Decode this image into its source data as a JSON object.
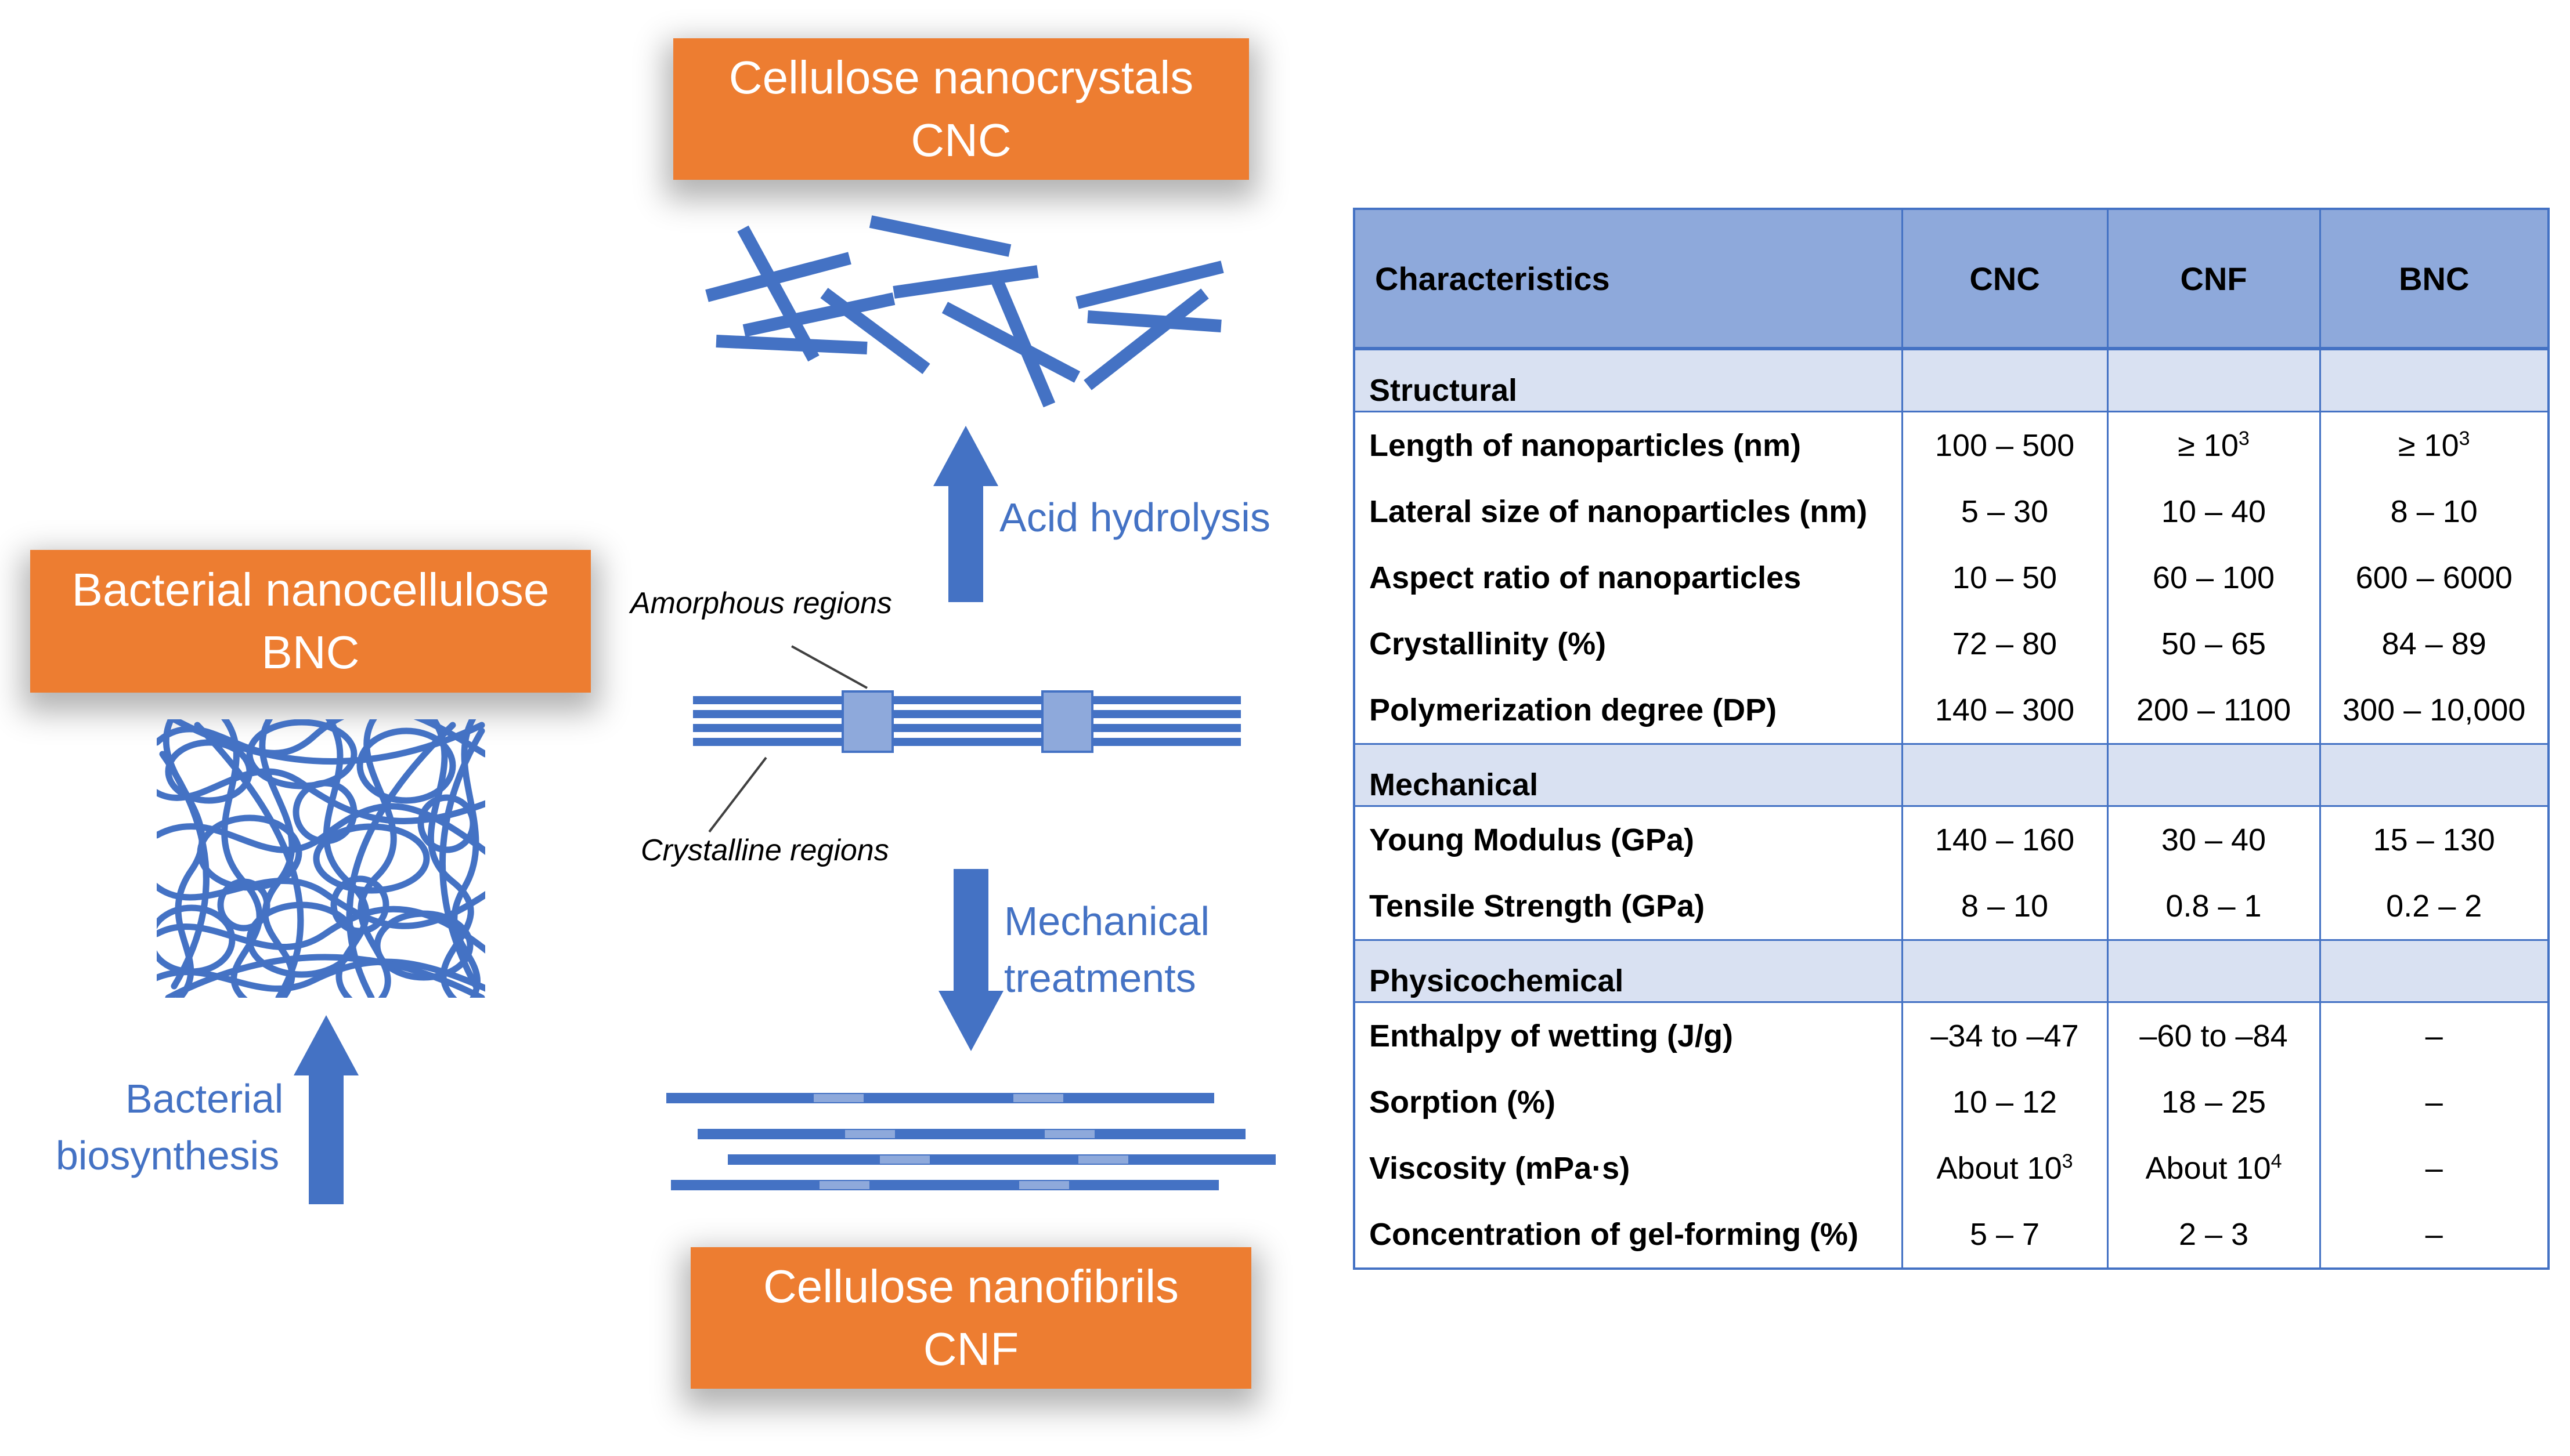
{
  "boxes": {
    "cnc": {
      "line1": "Cellulose nanocrystals",
      "line2": "CNC"
    },
    "bnc": {
      "line1": "Bacterial nanocellulose",
      "line2": "BNC"
    },
    "cnf": {
      "line1": "Cellulose nanofibrils",
      "line2": "CNF"
    }
  },
  "arrows": {
    "acid": "Acid hydrolysis",
    "mech1": "Mechanical",
    "mech2": "treatments",
    "bact1": "Bacterial",
    "bact2": "biosynthesis"
  },
  "regions": {
    "amorphous": "Amorphous regions",
    "crystalline": "Crystalline regions"
  },
  "colors": {
    "orange": "#ED7D31",
    "blue": "#4472C4",
    "light_blue": "#8EA9DB",
    "pale_blue": "#D9E1F2"
  },
  "table": {
    "header": [
      "Characteristics",
      "CNC",
      "CNF",
      "BNC"
    ],
    "sections": [
      {
        "title": "Structural",
        "rows": [
          {
            "label": "Length of nanoparticles (nm)",
            "cnc": "100 – 500",
            "cnf_base": "≥ 10",
            "cnf_exp": "3",
            "bnc_base": "≥ 10",
            "bnc_exp": "3"
          },
          {
            "label": "Lateral size of nanoparticles (nm)",
            "cnc": "5 – 30",
            "cnf": "10 – 40",
            "bnc": "8 – 10"
          },
          {
            "label": "Aspect ratio of nanoparticles",
            "cnc": "10 – 50",
            "cnf": "60 – 100",
            "bnc": "600 – 6000"
          },
          {
            "label": "Crystallinity (%)",
            "cnc": "72 – 80",
            "cnf": "50 – 65",
            "bnc": "84 – 89"
          },
          {
            "label": "Polymerization degree (DP)",
            "cnc": "140 – 300",
            "cnf": "200 – 1100",
            "bnc": "300 – 10,000"
          }
        ]
      },
      {
        "title": "Mechanical",
        "rows": [
          {
            "label": "Young Modulus (GPa)",
            "cnc": "140 – 160",
            "cnf": "30 – 40",
            "bnc": "15 – 130"
          },
          {
            "label": "Tensile Strength (GPa)",
            "cnc": "8 – 10",
            "cnf": "0.8 – 1",
            "bnc": "0.2 – 2"
          }
        ]
      },
      {
        "title": "Physicochemical",
        "rows": [
          {
            "label": "Enthalpy of wetting (J/g)",
            "cnc": "–34 to –47",
            "cnf": "–60 to –84",
            "bnc": "–"
          },
          {
            "label": "Sorption (%)",
            "cnc": "10 – 12",
            "cnf": "18 – 25",
            "bnc": "–"
          },
          {
            "label": "Viscosity (mPa·s)",
            "cnc_base": "About 10",
            "cnc_exp": "3",
            "cnf_base": "About 10",
            "cnf_exp": "4",
            "bnc": "–"
          },
          {
            "label": "Concentration of gel-forming (%)",
            "cnc": "5 – 7",
            "cnf": "2 – 3",
            "bnc": "–"
          }
        ]
      }
    ]
  }
}
